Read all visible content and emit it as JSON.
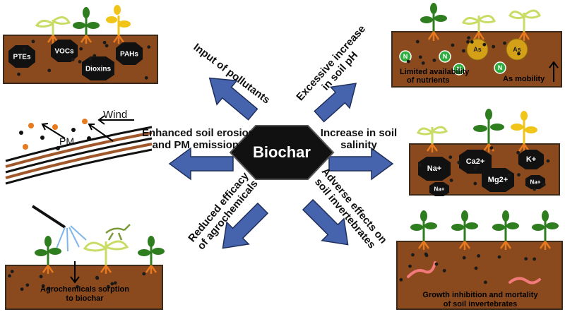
{
  "center": {
    "label": "Biochar"
  },
  "effects": {
    "pollutants": {
      "label": "Input of pollutants"
    },
    "ph": {
      "line1": "Excessive increase",
      "line2": "in soil pH"
    },
    "erosion": {
      "line1": "Enhanced soil erosion",
      "line2": "and PM emissions"
    },
    "salinity": {
      "line1": "Increase in soil",
      "line2": "salinity"
    },
    "agro": {
      "line1": "Reduced efficacy",
      "line2": "of agrochemicals"
    },
    "invert": {
      "line1": "Adverse effects on",
      "line2": "soil invertebrates"
    }
  },
  "panels": {
    "pollutants": {
      "items": [
        "PTEs",
        "VOCs",
        "Dioxins",
        "PAHs"
      ]
    },
    "ph": {
      "arsenic": "As",
      "nitrogen": "N",
      "caption_left_1": "Limited availability",
      "caption_left_2": "of nutrients",
      "caption_right": "As mobility"
    },
    "erosion": {
      "wind": "Wind",
      "pm": "PM"
    },
    "salinity": {
      "ions": [
        "Na+",
        "Ca2+",
        "K+",
        "Na+",
        "Mg2+",
        "Na+"
      ]
    },
    "agro": {
      "line1": "Agrochemicals sorption",
      "line2": "to biochar"
    },
    "invert": {
      "line1": "Growth inhibition and mortality",
      "line2": "of soil invertebrates"
    }
  },
  "colors": {
    "soil": "#8a4a1e",
    "soil_border": "#3b2a1a",
    "arrow_fill": "#4663ad",
    "arrow_stroke": "#1f2f5c",
    "hexagon": "#111111",
    "root": "#e77a1e",
    "leaf_green": "#2e7d1f",
    "leaf_yellow": "#f0c419",
    "leaf_pale": "#c9dc66",
    "worm": "#f27a7a",
    "as_circle": "#d4a017",
    "n_circle": "#2fae3f"
  }
}
